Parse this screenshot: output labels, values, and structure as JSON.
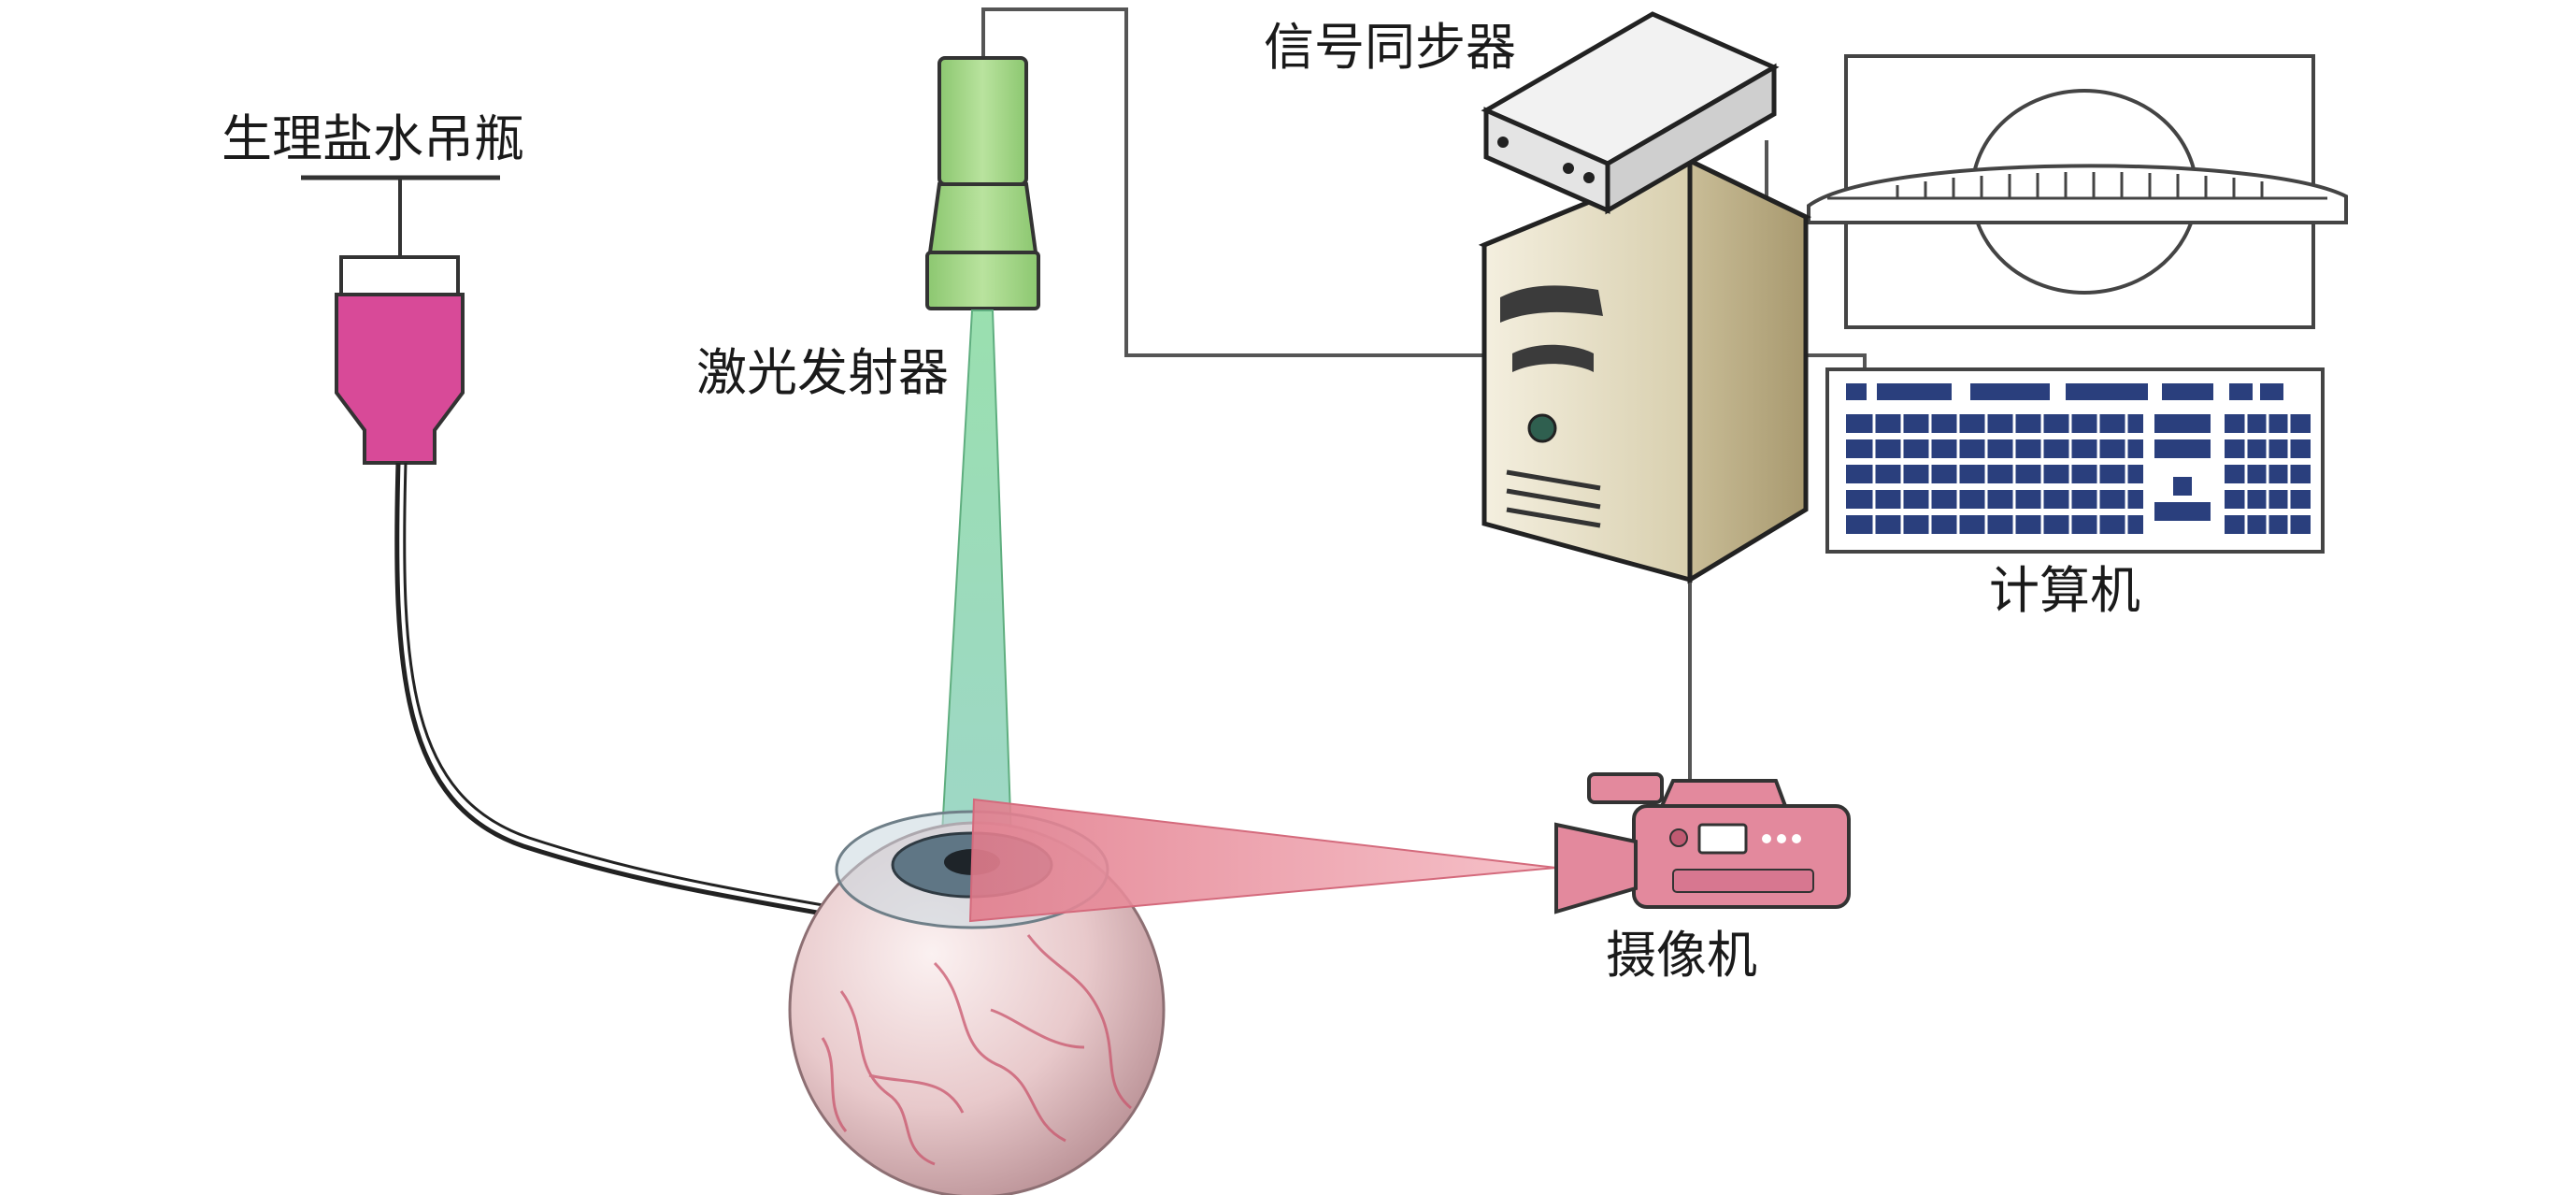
{
  "labels": {
    "saline_bottle": "生理盐水吊瓶",
    "laser_emitter": "激光发射器",
    "signal_synchronizer": "信号同步器",
    "computer": "计算机",
    "camera": "摄像机"
  },
  "colors": {
    "saline_fluid": "#d84a98",
    "laser_body": "#a9d98a",
    "laser_beam": "#7fd3a2",
    "camera_body": "#e3899d",
    "camera_beam": "#f0a8b2",
    "keyboard_keys": "#2a3f7d",
    "tower_body": "#e3dcc4"
  },
  "icons": [
    "saline-iv-bottle-icon",
    "laser-emitter-icon",
    "signal-synchronizer-icon",
    "computer-tower-icon",
    "monitor-icon",
    "keyboard-icon",
    "video-camera-icon",
    "eyeball-icon"
  ]
}
